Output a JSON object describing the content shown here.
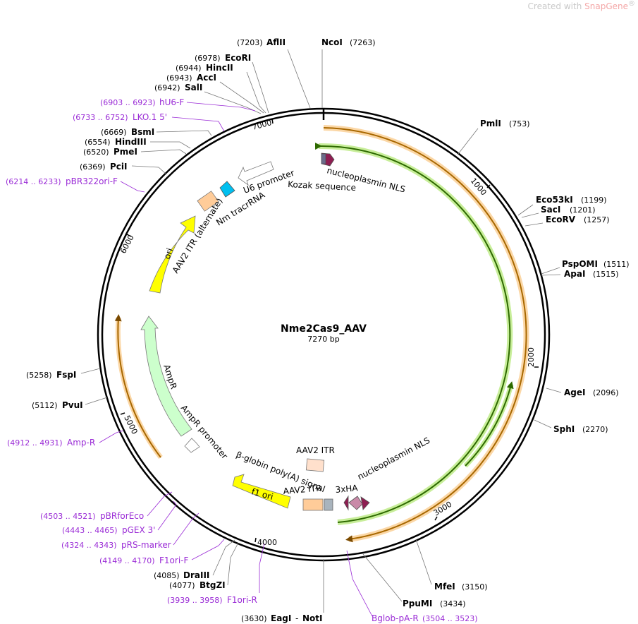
{
  "credit": {
    "text": "Created with",
    "brand": "SnapGene",
    "mark": "®"
  },
  "plasmid": {
    "name": "Nme2Cas9_AAV",
    "size_label": "7270 bp",
    "length": 7270
  },
  "ticks": [
    1000,
    2000,
    3000,
    4000,
    5000,
    6000,
    7000
  ],
  "enzymes": [
    {
      "name": "AflII",
      "pos": "7203",
      "pos_side": "left"
    },
    {
      "name": "NcoI",
      "pos": "7263",
      "pos_side": "right"
    },
    {
      "name": "EcoRI",
      "pos": "6978",
      "pos_side": "left"
    },
    {
      "name": "HincII",
      "pos": "6944",
      "pos_side": "left"
    },
    {
      "name": "AccI",
      "pos": "6943",
      "pos_side": "left"
    },
    {
      "name": "SalI",
      "pos": "6942",
      "pos_side": "left"
    },
    {
      "name": "BsmI",
      "pos": "6669",
      "pos_side": "left"
    },
    {
      "name": "HindIII",
      "pos": "6554",
      "pos_side": "left"
    },
    {
      "name": "PmeI",
      "pos": "6520",
      "pos_side": "left"
    },
    {
      "name": "PciI",
      "pos": "6369",
      "pos_side": "left"
    },
    {
      "name": "PmlI",
      "pos": "753",
      "pos_side": "right"
    },
    {
      "name": "Eco53kI",
      "pos": "1199",
      "pos_side": "right"
    },
    {
      "name": "SacI",
      "pos": "1201",
      "pos_side": "right"
    },
    {
      "name": "EcoRV",
      "pos": "1257",
      "pos_side": "right"
    },
    {
      "name": "PspOMI",
      "pos": "1511",
      "pos_side": "right"
    },
    {
      "name": "ApaI",
      "pos": "1515",
      "pos_side": "right"
    },
    {
      "name": "AgeI",
      "pos": "2096",
      "pos_side": "right"
    },
    {
      "name": "SphI",
      "pos": "2270",
      "pos_side": "right"
    },
    {
      "name": "MfeI",
      "pos": "3150",
      "pos_side": "right"
    },
    {
      "name": "PpuMI",
      "pos": "3434",
      "pos_side": "right"
    },
    {
      "name": "EagI",
      "pos": "3630",
      "pos_side": "left",
      "extra": "NotI"
    },
    {
      "name": "FspI",
      "pos": "5258",
      "pos_side": "left"
    },
    {
      "name": "PvuI",
      "pos": "5112",
      "pos_side": "left"
    },
    {
      "name": "DraIII",
      "pos": "4085",
      "pos_side": "left"
    },
    {
      "name": "BtgZI",
      "pos": "4077",
      "pos_side": "left"
    }
  ],
  "primers": [
    {
      "name": "hU6-F",
      "range": "(6903 .. 6923)"
    },
    {
      "name": "LKO.1 5'",
      "range": "(6733 .. 6752)"
    },
    {
      "name": "pBR322ori-F",
      "range": "(6214 .. 6233)"
    },
    {
      "name": "Amp-R",
      "range": "(4912 .. 4931)"
    },
    {
      "name": "pBRforEco",
      "range": "(4503 .. 4521)"
    },
    {
      "name": "pGEX 3'",
      "range": "(4443 .. 4465)"
    },
    {
      "name": "pRS-marker",
      "range": "(4324 .. 4343)"
    },
    {
      "name": "F1ori-F",
      "range": "(4149 .. 4170)"
    },
    {
      "name": "F1ori-R",
      "range": "(3939 .. 3958)"
    },
    {
      "name": "Bglob-pA-R",
      "range": "(3504 .. 3523)"
    }
  ],
  "features": [
    {
      "name": "nucleoplasmin NLS",
      "kind": "cds"
    },
    {
      "name": "Kozak sequence",
      "kind": "misc"
    },
    {
      "name": "U6 promoter",
      "kind": "promoter"
    },
    {
      "name": "Nm tracrRNA",
      "kind": "ncrna"
    },
    {
      "name": "AAV2 ITR (alternate)",
      "kind": "repeat"
    },
    {
      "name": "ori",
      "kind": "origin"
    },
    {
      "name": "AmpR",
      "kind": "cds"
    },
    {
      "name": "AmpR promoter",
      "kind": "promoter"
    },
    {
      "name": "β-globin poly(A) signal",
      "kind": "terminator"
    },
    {
      "name": "AAV2 ITR",
      "kind": "repeat"
    },
    {
      "name": "f1 ori",
      "kind": "origin"
    },
    {
      "name": "AAV2 ITR",
      "kind": "repeat"
    },
    {
      "name": "3xHA",
      "kind": "tag"
    },
    {
      "name": "nucleoplasmin NLS",
      "kind": "cds"
    }
  ],
  "colors": {
    "orange_track": "#f0a030",
    "green_track": "#5a9e18",
    "ori_yellow": "#ffff00",
    "ampr_green": "#ccffcc",
    "itr_peach": "#ffcc99",
    "tracr_cyan": "#00bfef",
    "nls_maroon": "#8e1e52",
    "primer_purple": "#9a2bd6"
  }
}
